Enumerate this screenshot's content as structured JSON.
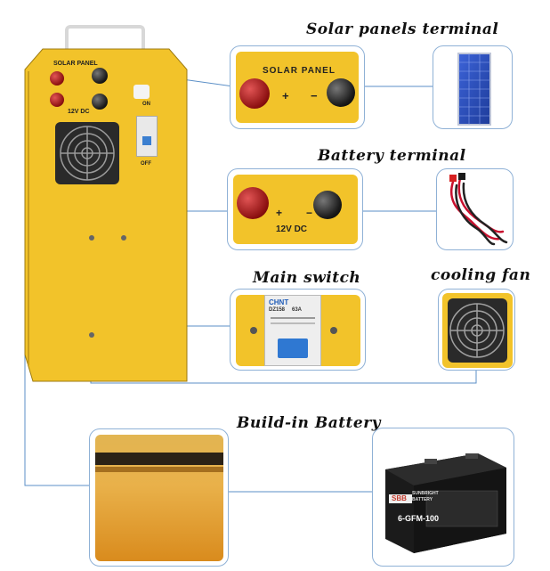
{
  "labels": {
    "solar_panels_terminal": "Solar panels terminal",
    "battery_terminal": "Battery terminal",
    "main_switch": "Main switch",
    "cooling_fan": "cooling fan",
    "build_in_battery": "Build-in Battery"
  },
  "device": {
    "solar_panel": "SOLAR PANEL",
    "dc": "12V DC",
    "on": "ON",
    "off": "OFF",
    "plus": "+",
    "minus": "−"
  },
  "solar_closeup": {
    "title": "SOLAR PANEL",
    "plus": "+",
    "minus": "−"
  },
  "battery_closeup": {
    "dc": "12V DC",
    "plus": "+",
    "minus": "−"
  },
  "breaker": {
    "brand": "CHNT",
    "model": "DZ158",
    "rating": "63A"
  },
  "battery_product": {
    "brand_logo": "SBB",
    "brand_line1": "SUNBRIGHT",
    "brand_line2": "BATTERY",
    "model": "6-GFM-100"
  },
  "colors": {
    "device_yellow": "#f2c32a",
    "connector_line": "#5b8fc7",
    "card_border": "#8fb1d6"
  },
  "icons": [
    "cooling-fan-icon",
    "solar-panel-icon",
    "cable-icon",
    "circuit-breaker-icon",
    "battery-icon"
  ]
}
